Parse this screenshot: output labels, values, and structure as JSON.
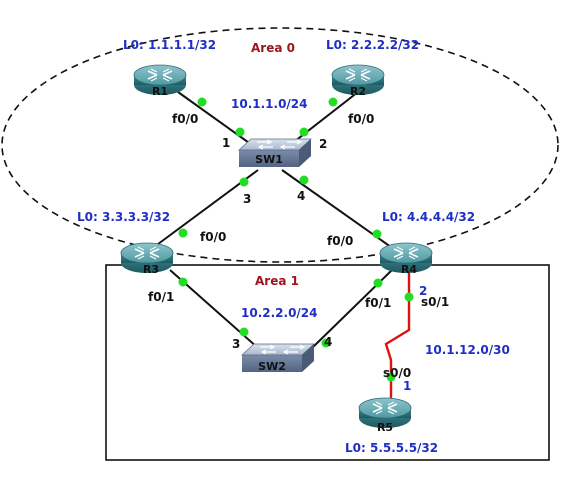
{
  "areas": [
    {
      "id": "area0",
      "label": "Area 0"
    },
    {
      "id": "area1",
      "label": "Area 1"
    }
  ],
  "devices": [
    {
      "id": "R1",
      "type": "router",
      "name": "R1",
      "loopback": "L0: 1.1.1.1/32"
    },
    {
      "id": "R2",
      "type": "router",
      "name": "R2",
      "loopback": "L0: 2.2.2.2/32"
    },
    {
      "id": "R3",
      "type": "router",
      "name": "R3",
      "loopback": "L0: 3.3.3.3/32"
    },
    {
      "id": "R4",
      "type": "router",
      "name": "R4",
      "loopback": "L0: 4.4.4.4/32"
    },
    {
      "id": "R5",
      "type": "router",
      "name": "R5",
      "loopback": "L0: 5.5.5.5/32"
    },
    {
      "id": "SW1",
      "type": "switch",
      "name": "SW1"
    },
    {
      "id": "SW2",
      "type": "switch",
      "name": "SW2"
    }
  ],
  "networks": [
    {
      "id": "net1",
      "label": "10.1.1.0/24"
    },
    {
      "id": "net2",
      "label": "10.2.2.0/24"
    },
    {
      "id": "net3",
      "label": "10.1.12.0/30"
    }
  ],
  "links": [
    {
      "id": "r1-sw1",
      "a": "R1",
      "b": "SW1",
      "a_if": "f0/0",
      "b_port": "1"
    },
    {
      "id": "r2-sw1",
      "a": "R2",
      "b": "SW1",
      "a_if": "f0/0",
      "b_port": "2"
    },
    {
      "id": "r3-sw1",
      "a": "R3",
      "b": "SW1",
      "a_if": "f0/0",
      "b_port": "3"
    },
    {
      "id": "r4-sw1",
      "a": "R4",
      "b": "SW1",
      "a_if": "f0/0",
      "b_port": "4"
    },
    {
      "id": "r3-sw2",
      "a": "R3",
      "b": "SW2",
      "a_if": "f0/1",
      "b_port": "3"
    },
    {
      "id": "r4-sw2",
      "a": "R4",
      "b": "SW2",
      "a_if": "f0/1",
      "b_port": "4"
    },
    {
      "id": "r4-r5",
      "a": "R4",
      "b": "R5",
      "a_if": "s0/1",
      "a_num": "2",
      "b_if": "s0/0",
      "b_num": "1",
      "serial": true
    }
  ],
  "colors": {
    "network_label": "#1f2fc4",
    "area_label": "#a0141e",
    "link": "#111111",
    "serial_link": "#e01010",
    "port_dot": "#22dd22",
    "router_body": "#3f8a93",
    "switch_body": "#8497b3"
  }
}
